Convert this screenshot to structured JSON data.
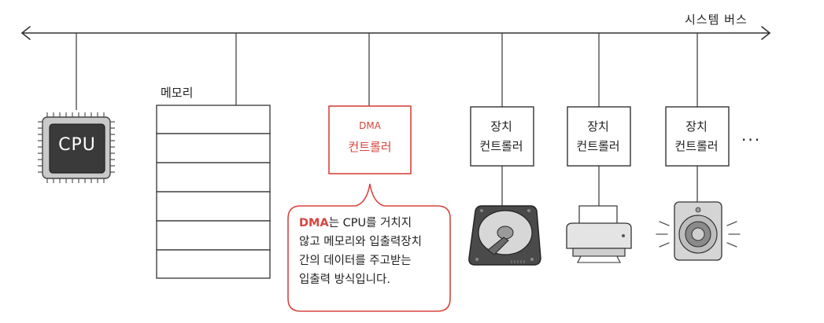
{
  "bus": {
    "label": "시스템 버스"
  },
  "cpu": {
    "label": "CPU"
  },
  "memory": {
    "label": "메모리",
    "cell_count": 6
  },
  "dma": {
    "line1": "DMA",
    "line2": "컨트롤러",
    "accent": "#d9443f"
  },
  "devices": [
    {
      "line1": "장치",
      "line2": "컨트롤러",
      "icon": "hard-disk-icon"
    },
    {
      "line1": "장치",
      "line2": "컨트롤러",
      "icon": "printer-icon"
    },
    {
      "line1": "장치",
      "line2": "컨트롤러",
      "icon": "speaker-icon"
    }
  ],
  "more": "···",
  "callout": {
    "highlight": "DMA",
    "text_line1": "는 CPU를 거치지",
    "text_line2": "않고 메모리와 입출력장치",
    "text_line3": "간의 데이터를 주고받는",
    "text_line4": "입출력 방식입니다."
  }
}
